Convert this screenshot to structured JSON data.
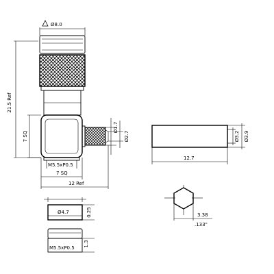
{
  "drawing": {
    "hex_dia": "Ø8.0",
    "len_215": "21.5 Ref",
    "sq7_vert": "7 SQ",
    "thread_1": "M5.5xP0.5",
    "sq7_horz": "7 SQ",
    "ref12": "12 Ref",
    "dia17": "Ø1.7",
    "dia27": "Ø2.7",
    "dia32": "Ø3.2",
    "dia39": "Ø3.9",
    "len127": "12.7",
    "dia47": "Ø4.7",
    "t025": "0.25",
    "thread_2": "M5.5xP0.5",
    "h13": "1.3",
    "hex_mm": "3.38",
    "hex_in": ".133\""
  }
}
